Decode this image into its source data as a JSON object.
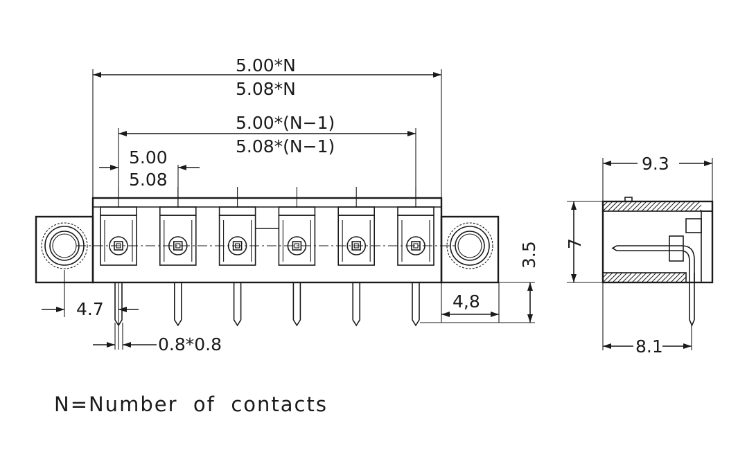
{
  "dimensions": {
    "overall_500": "5.00*N",
    "overall_508": "5.08*N",
    "span_500": "5.00*(N−1)",
    "span_508": "5.08*(N−1)",
    "pitch_500": "5.00",
    "pitch_508": "5.08",
    "flange_offset": "4.7",
    "pin_size": "0.8*0.8",
    "pin_length": "4,8",
    "pin_center_height": "3.5",
    "side_depth": "9.3",
    "side_height": "7",
    "side_pin_offset": "8.1"
  },
  "note": "N=Number  of  contacts",
  "contacts_drawn": 6
}
